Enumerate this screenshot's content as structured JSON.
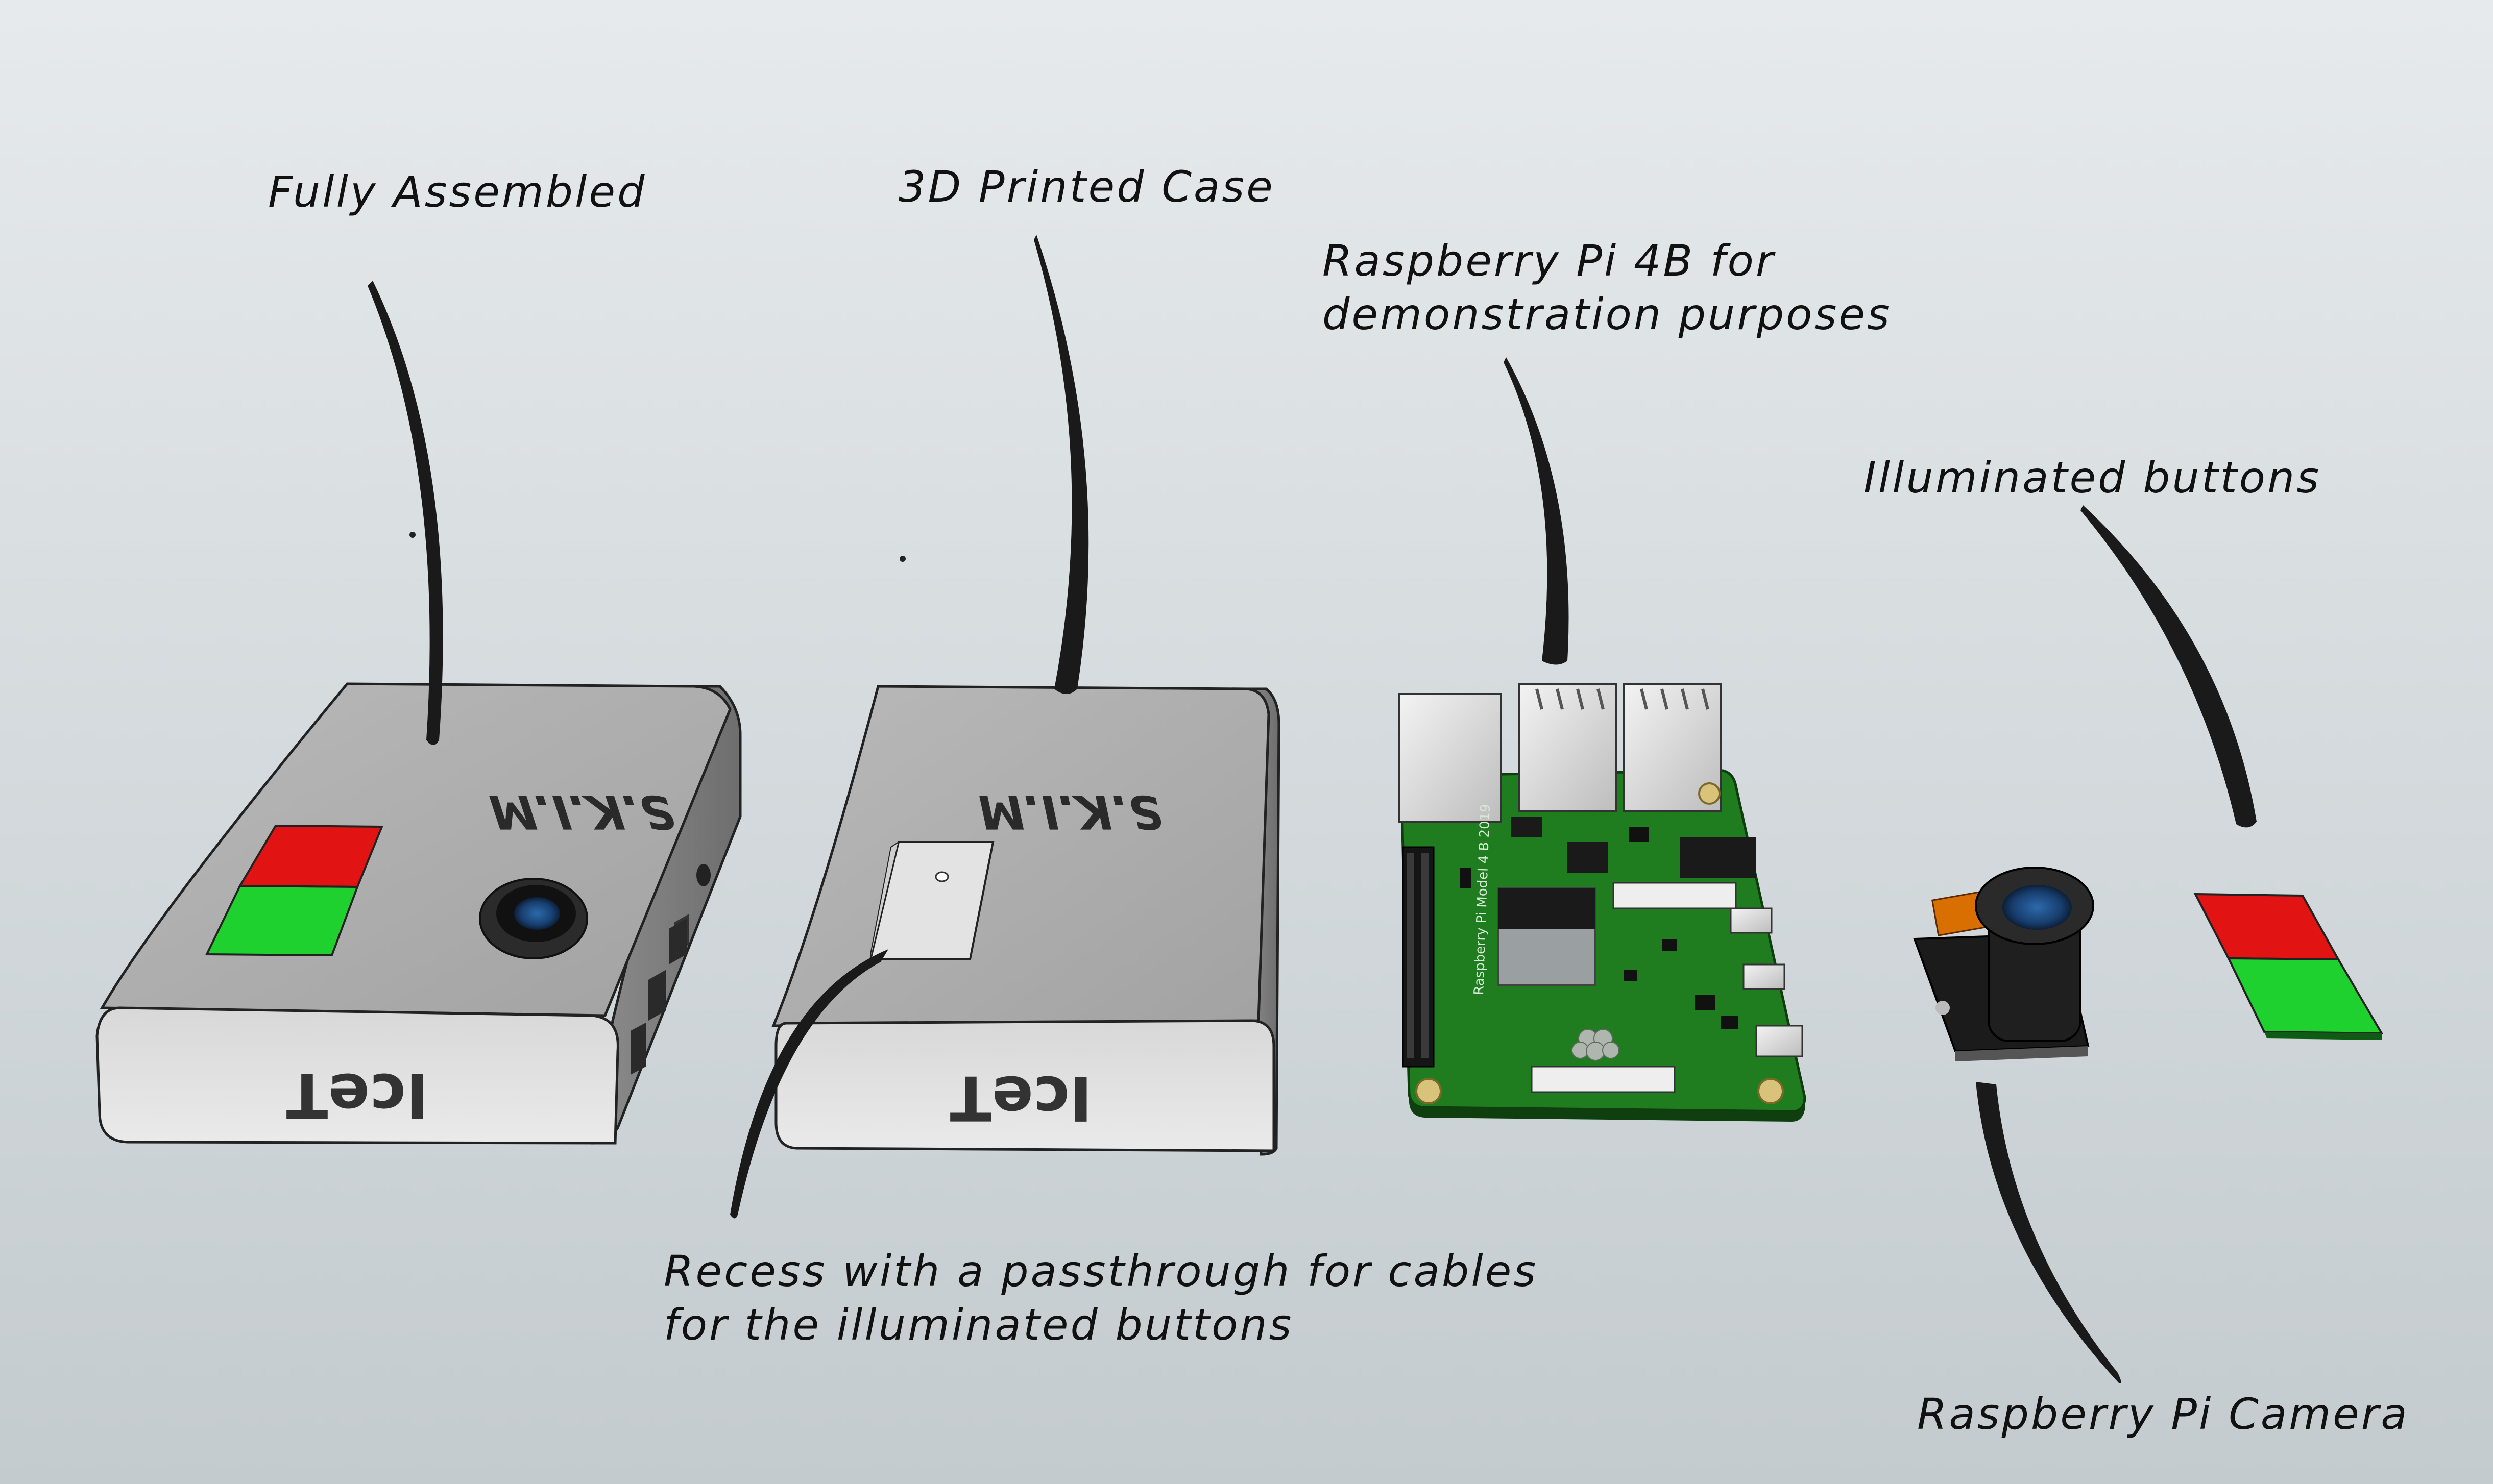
{
  "labels": {
    "fully_assembled": "Fully Assembled",
    "printed_case": "3D Printed Case",
    "rpi_line1": "Raspberry Pi 4B for",
    "rpi_line2": "demonstration purposes",
    "illuminated_buttons": "Illuminated buttons",
    "recess_line1": "Recess with a passthrough for cables",
    "recess_line2": "for the illuminated buttons",
    "camera": "Raspberry Pi Camera"
  },
  "embossed": {
    "case_top_text": "S.K.I.M",
    "case_front_text": "IceT",
    "board_text": "Raspberry Pi Model 4 B 2019"
  },
  "colors": {
    "button_red": "#e11313",
    "button_green": "#1fd12e",
    "pcb_green": "#1f7d1f",
    "case_grey": "#a9a9a9",
    "camera_lens": "#1c4f8c",
    "leader": "#1a1a1a"
  }
}
